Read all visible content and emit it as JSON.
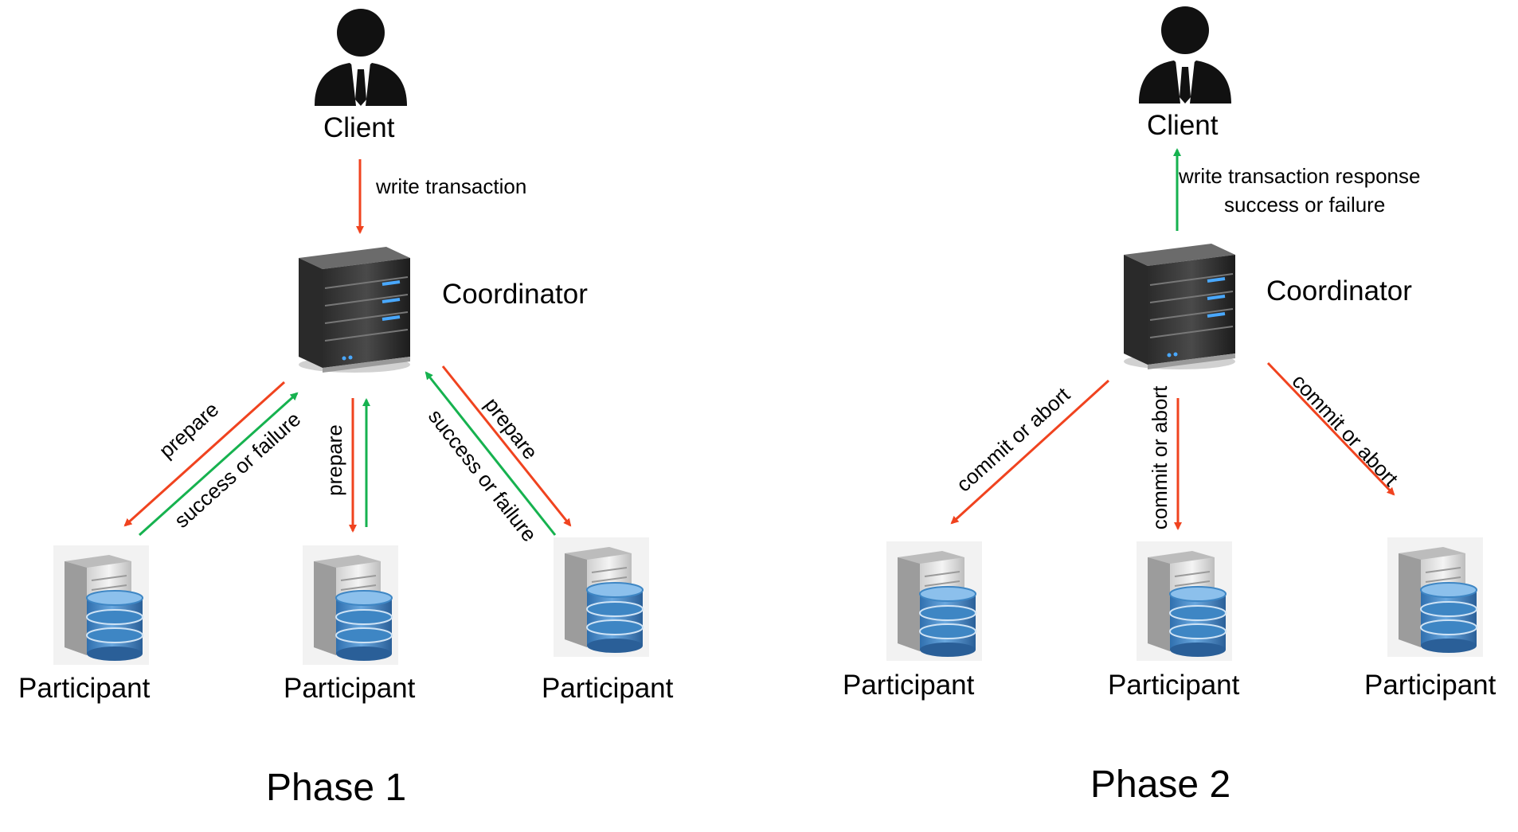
{
  "colors": {
    "request_arrow": "#f0431f",
    "response_arrow": "#16b24f",
    "icon_black": "#111111",
    "db_blue": "#3e86c4",
    "server_gray": "#e4e4e4"
  },
  "phase1": {
    "title": "Phase 1",
    "client": {
      "label": "Client",
      "icon": "person-icon"
    },
    "coordinator": {
      "label": "Coordinator",
      "icon": "server-rack-icon"
    },
    "participants": [
      {
        "label": "Participant",
        "icon": "database-server-icon"
      },
      {
        "label": "Participant",
        "icon": "database-server-icon"
      },
      {
        "label": "Participant",
        "icon": "database-server-icon"
      }
    ],
    "edges": {
      "client_to_coordinator": "write transaction",
      "prepare": "prepare",
      "response": "success or failure"
    }
  },
  "phase2": {
    "title": "Phase 2",
    "client": {
      "label": "Client",
      "icon": "person-icon"
    },
    "coordinator": {
      "label": "Coordinator",
      "icon": "server-rack-icon"
    },
    "participants": [
      {
        "label": "Participant",
        "icon": "database-server-icon"
      },
      {
        "label": "Participant",
        "icon": "database-server-icon"
      },
      {
        "label": "Participant",
        "icon": "database-server-icon"
      }
    ],
    "edges": {
      "response_line1": "write transaction response",
      "response_line2": "success or failure",
      "decision": "commit or abort"
    }
  }
}
